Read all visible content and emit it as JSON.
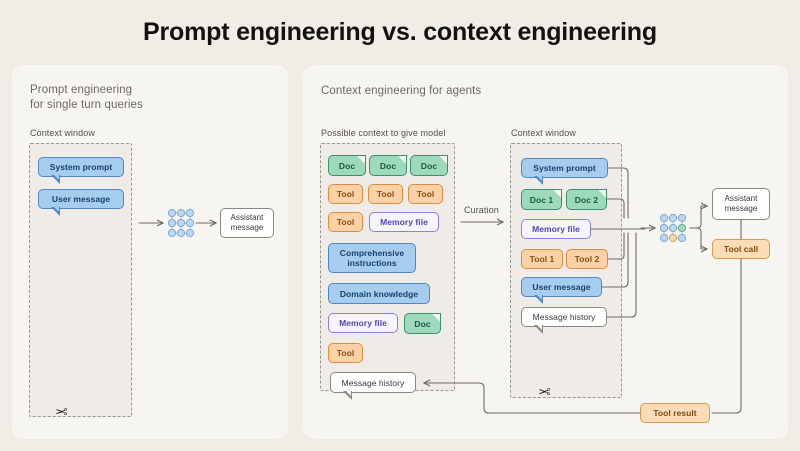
{
  "page": {
    "title": "Prompt engineering vs. context engineering",
    "background_color": "#f0ece6",
    "panel_color": "#f7f5f1"
  },
  "palette": {
    "blue_fill": "#a7cdee",
    "blue_border": "#4f87c4",
    "blue_text": "#16406e",
    "green_fill": "#9ed9bd",
    "green_border": "#38936d",
    "green_text": "#155c41",
    "orange_fill": "#fbd2a7",
    "orange_border": "#e08c3e",
    "orange_text": "#8a4d12",
    "purple_fill": "#f6f4fe",
    "purple_border": "#8f7fe0",
    "purple_text": "#5544b5",
    "white_fill": "#ffffff",
    "white_border": "#8c877f",
    "line_color": "#6f6a63",
    "dashed_color": "#9a958d"
  },
  "left_panel": {
    "title_line1": "Prompt engineering",
    "title_line2": "for single turn queries",
    "context_window_label": "Context window",
    "context_items": [
      {
        "label": "System prompt",
        "style": "blue"
      },
      {
        "label": "User message",
        "style": "blue"
      }
    ],
    "model_icon": "model-grid-icon",
    "output": {
      "label": "Assistant message",
      "style": "white"
    },
    "cut_icon": "scissors-icon"
  },
  "right_panel": {
    "title": "Context engineering for agents",
    "possible_context_label": "Possible context to give model",
    "possible_context_rows": [
      [
        {
          "label": "Doc",
          "style": "doc"
        },
        {
          "label": "Doc",
          "style": "doc"
        },
        {
          "label": "Doc",
          "style": "doc"
        }
      ],
      [
        {
          "label": "Tool",
          "style": "orange"
        },
        {
          "label": "Tool",
          "style": "orange"
        },
        {
          "label": "Tool",
          "style": "orange"
        }
      ],
      [
        {
          "label": "Tool",
          "style": "orange"
        },
        {
          "label": "Memory file",
          "style": "purple"
        }
      ],
      [
        {
          "label": "Comprehensive instructions",
          "style": "blue"
        }
      ],
      [
        {
          "label": "Domain knowledge",
          "style": "blue"
        }
      ],
      [
        {
          "label": "Memory file",
          "style": "purple"
        },
        {
          "label": "Doc",
          "style": "doc"
        }
      ],
      [
        {
          "label": "Tool",
          "style": "orange"
        }
      ]
    ],
    "message_history_outside": {
      "label": "Message history",
      "style": "white"
    },
    "curation_label": "Curation",
    "context_window_label": "Context window",
    "context_items": [
      {
        "label": "System prompt",
        "style": "blue"
      },
      {
        "label": "Doc 1",
        "style": "doc"
      },
      {
        "label": "Doc 2",
        "style": "doc"
      },
      {
        "label": "Memory file",
        "style": "purple"
      },
      {
        "label": "Tool 1",
        "style": "orange"
      },
      {
        "label": "Tool 2",
        "style": "orange"
      },
      {
        "label": "User message",
        "style": "blue"
      },
      {
        "label": "Message history",
        "style": "white"
      }
    ],
    "model_icon": "model-grid-icon",
    "outputs": [
      {
        "label": "Assistant message",
        "style": "white"
      },
      {
        "label": "Tool call",
        "style": "orange"
      }
    ],
    "tool_result": {
      "label": "Tool result",
      "style": "orange"
    },
    "cut_icon": "scissors-icon"
  }
}
